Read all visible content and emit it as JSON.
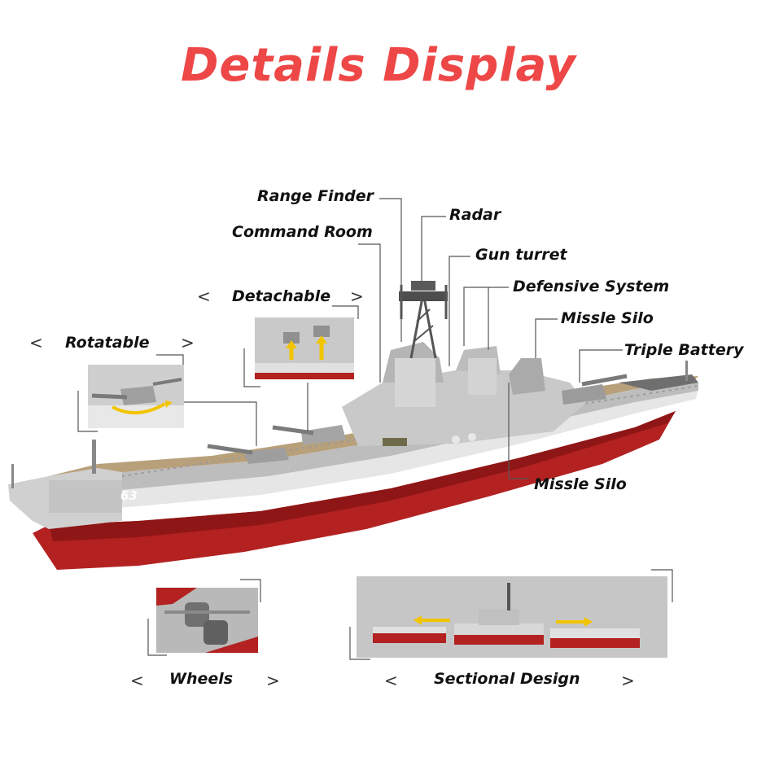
{
  "title": "Details Display",
  "labels": {
    "range_finder": "Range Finder",
    "radar": "Radar",
    "command_room": "Command Room",
    "gun_turret": "Gun turret",
    "defensive_system": "Defensive System",
    "detachable": "Detachable",
    "missle_silo_top": "Missle Silo",
    "rotatable": "Rotatable",
    "triple_battery": "Triple Battery",
    "missle_silo_bottom": "Missle Silo",
    "wheels": "Wheels",
    "sectional_design": "Sectional Design",
    "hull_number": "63"
  },
  "chevrons": {
    "left": "<",
    "right": ">"
  },
  "colors": {
    "title": "#ee4747",
    "hull_red": "#b32121",
    "deck": "#b8a07a",
    "grey": "#cfcfcf"
  }
}
